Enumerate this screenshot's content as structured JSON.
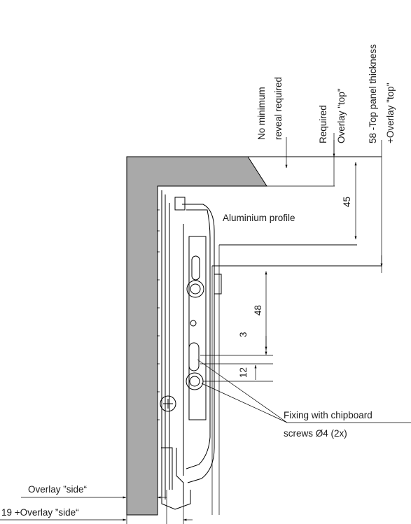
{
  "annotations": {
    "no_min_reveal_line1": "No minimum",
    "no_min_reveal_line2": "reveal required",
    "required_line1": "Required",
    "required_line2": "Overlay \"top\"",
    "top_panel_line1": "58 -Top panel thickness",
    "top_panel_line2": "+Overlay \"top\"",
    "aluminium_profile": "Aluminium profile",
    "fixing_line1": "Fixing with chipboard",
    "fixing_line2": "screws Ø4 (2x)",
    "overlay_side": "Overlay ”side“",
    "overlay_side_19": "19 +Overlay ”side“"
  },
  "dimensions": {
    "d45": "45",
    "d48": "48",
    "d3": "3",
    "d12": "12"
  },
  "colors": {
    "panel_fill": "#a9a9a9",
    "line": "#000000"
  }
}
